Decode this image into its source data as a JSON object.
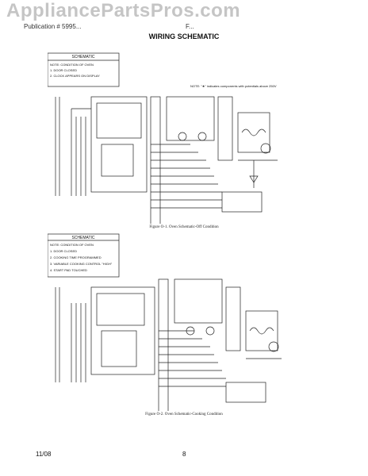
{
  "watermark": "AppliancePartsPros.com",
  "header": {
    "left": "Publication # 5995...",
    "right": "F...",
    "title": "WIRING SCHEMATIC"
  },
  "diagram1": {
    "box_title": "SCHEMATIC",
    "lines": [
      "NOTE: CONDITION OF OVEN",
      "1. DOOR CLOSED",
      "2. CLOCK APPEARS ON DISPLAY"
    ],
    "note": "NOTE: \"★\" indicates components with potentials above 250V",
    "caption": "Figure O-1. Oven Schematic-Off Condition"
  },
  "diagram2": {
    "box_title": "SCHEMATIC",
    "lines": [
      "NOTE: CONDITION OF OVEN",
      "1. DOOR CLOSED",
      "2. COOKING TIME PROGRAMMED",
      "3. VARIABLE COOKING CONTROL \"HIGH\"",
      "4. START PAD TOUCHED"
    ],
    "caption": "Figure O-2. Oven Schematic-Cooking Condition"
  },
  "footer": {
    "date": "11/08",
    "page": "8"
  }
}
